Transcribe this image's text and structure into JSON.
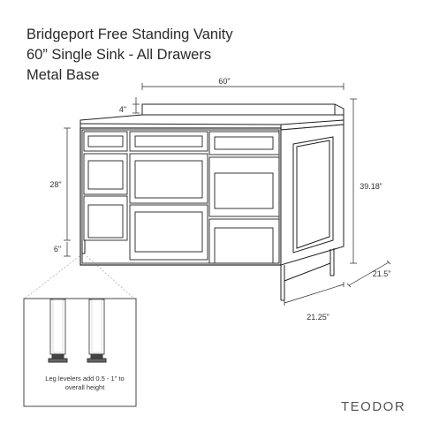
{
  "title": {
    "line1": "Bridgeport Free Standing Vanity",
    "line2": "60” Single Sink - All Drawers",
    "line3": "Metal Base"
  },
  "dimensions": {
    "width": "60\"",
    "backsplash_height": "4\"",
    "cabinet_height": "28\"",
    "leg_height": "6\"",
    "overall_height": "39.18”",
    "side_depth": "21.5”",
    "depth": "21.25”"
  },
  "detail_note": "Leg levelers add 0.5 - 1\" to overall height",
  "brand": "TEODOR"
}
